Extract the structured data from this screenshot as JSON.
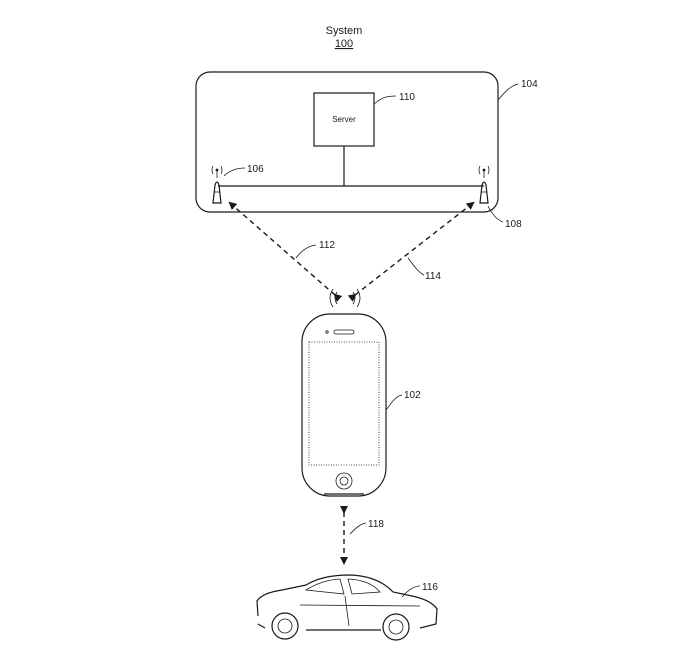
{
  "title": {
    "label": "System",
    "number": "100"
  },
  "refs": {
    "mobile_device": "102",
    "network_box": "104",
    "tower_left": "106",
    "tower_right": "108",
    "server": "110",
    "link_left": "112",
    "link_right": "114",
    "vehicle": "116",
    "link_vehicle": "118"
  },
  "server": {
    "label": "Server"
  },
  "icons": {
    "tower_left": "cell-tower-icon",
    "tower_right": "cell-tower-icon",
    "phone": "smartphone-icon",
    "car": "car-icon"
  }
}
